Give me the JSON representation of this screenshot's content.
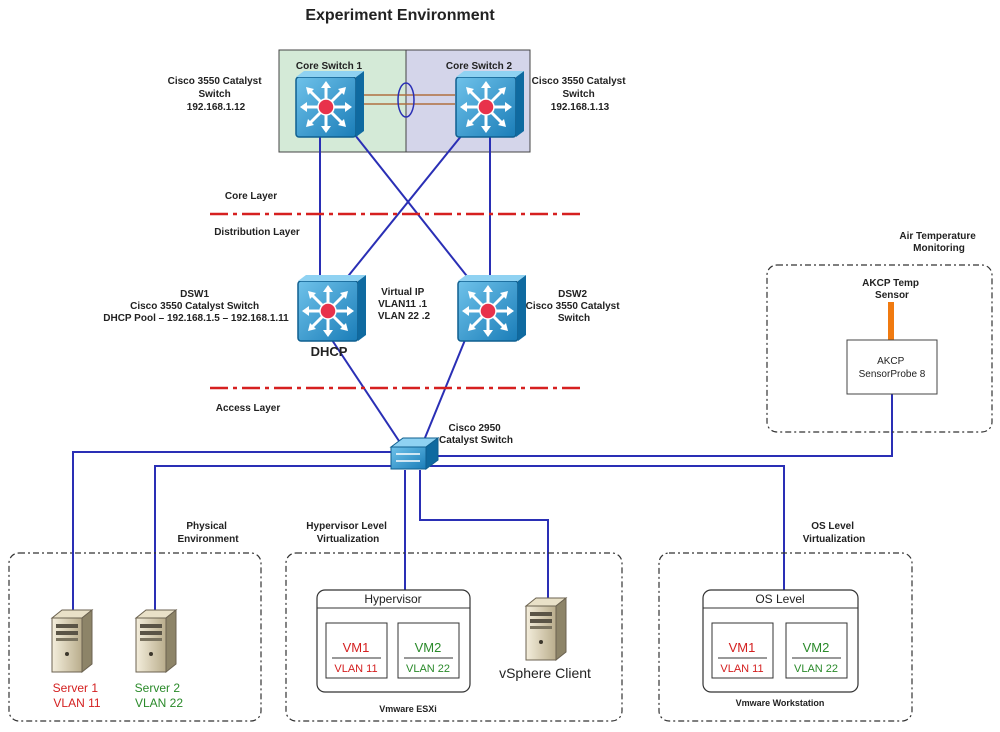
{
  "title": "Experiment Environment",
  "core": {
    "switch1_label": "Core Switch 1",
    "switch2_label": "Core Switch 2",
    "switch1_info": [
      "Cisco 3550 Catalyst",
      "Switch",
      "192.168.1.12"
    ],
    "switch2_info": [
      "Cisco 3550 Catalyst",
      "Switch",
      "192.168.1.13"
    ]
  },
  "layers": {
    "core": "Core Layer",
    "distribution": "Distribution Layer",
    "access": "Access Layer"
  },
  "distribution": {
    "dsw1_info": [
      "DSW1",
      "Cisco 3550 Catalyst Switch",
      "DHCP Pool – 192.168.1.5 – 192.168.1.11"
    ],
    "dhcp_label": "DHCP",
    "virtual_ip": [
      "Virtual IP",
      "VLAN11 .1",
      "VLAN 22 .2"
    ],
    "dsw2_info": [
      "DSW2",
      "Cisco 3550 Catalyst",
      "Switch"
    ]
  },
  "access": {
    "switch_info": [
      "Cisco 2950",
      "Catalyst Switch"
    ]
  },
  "monitoring": {
    "title": [
      "Air Temperature",
      "Monitoring"
    ],
    "sensor_label": [
      "AKCP Temp",
      "Sensor"
    ],
    "probe_label": [
      "AKCP",
      "SensorProbe 8"
    ]
  },
  "physical": {
    "title": [
      "Physical",
      "Environment"
    ],
    "server1": [
      "Server 1",
      "VLAN 11"
    ],
    "server2": [
      "Server 2",
      "VLAN 22"
    ]
  },
  "hypervisor": {
    "title": [
      "Hypervisor Level",
      "Virtualization"
    ],
    "box_label": "Hypervisor",
    "vm1": [
      "VM1",
      "VLAN 11"
    ],
    "vm2": [
      "VM2",
      "VLAN 22"
    ],
    "client_label": "vSphere Client",
    "footer": "Vmware ESXi"
  },
  "os": {
    "title": [
      "OS Level",
      "Virtualization"
    ],
    "box_label": "OS Level",
    "vm1": [
      "VM1",
      "VLAN 11"
    ],
    "vm2": [
      "VM2",
      "VLAN 22"
    ],
    "footer": "Vmware Workstation"
  },
  "colors": {
    "link": "#2a2fb5",
    "layer_line": "#d62020",
    "red_text": "#d42020",
    "green_text": "#2a8a2a",
    "core1_bg": "#d4ead7",
    "core2_bg": "#d4d5ea",
    "sensor_bar": "#f07a10"
  }
}
